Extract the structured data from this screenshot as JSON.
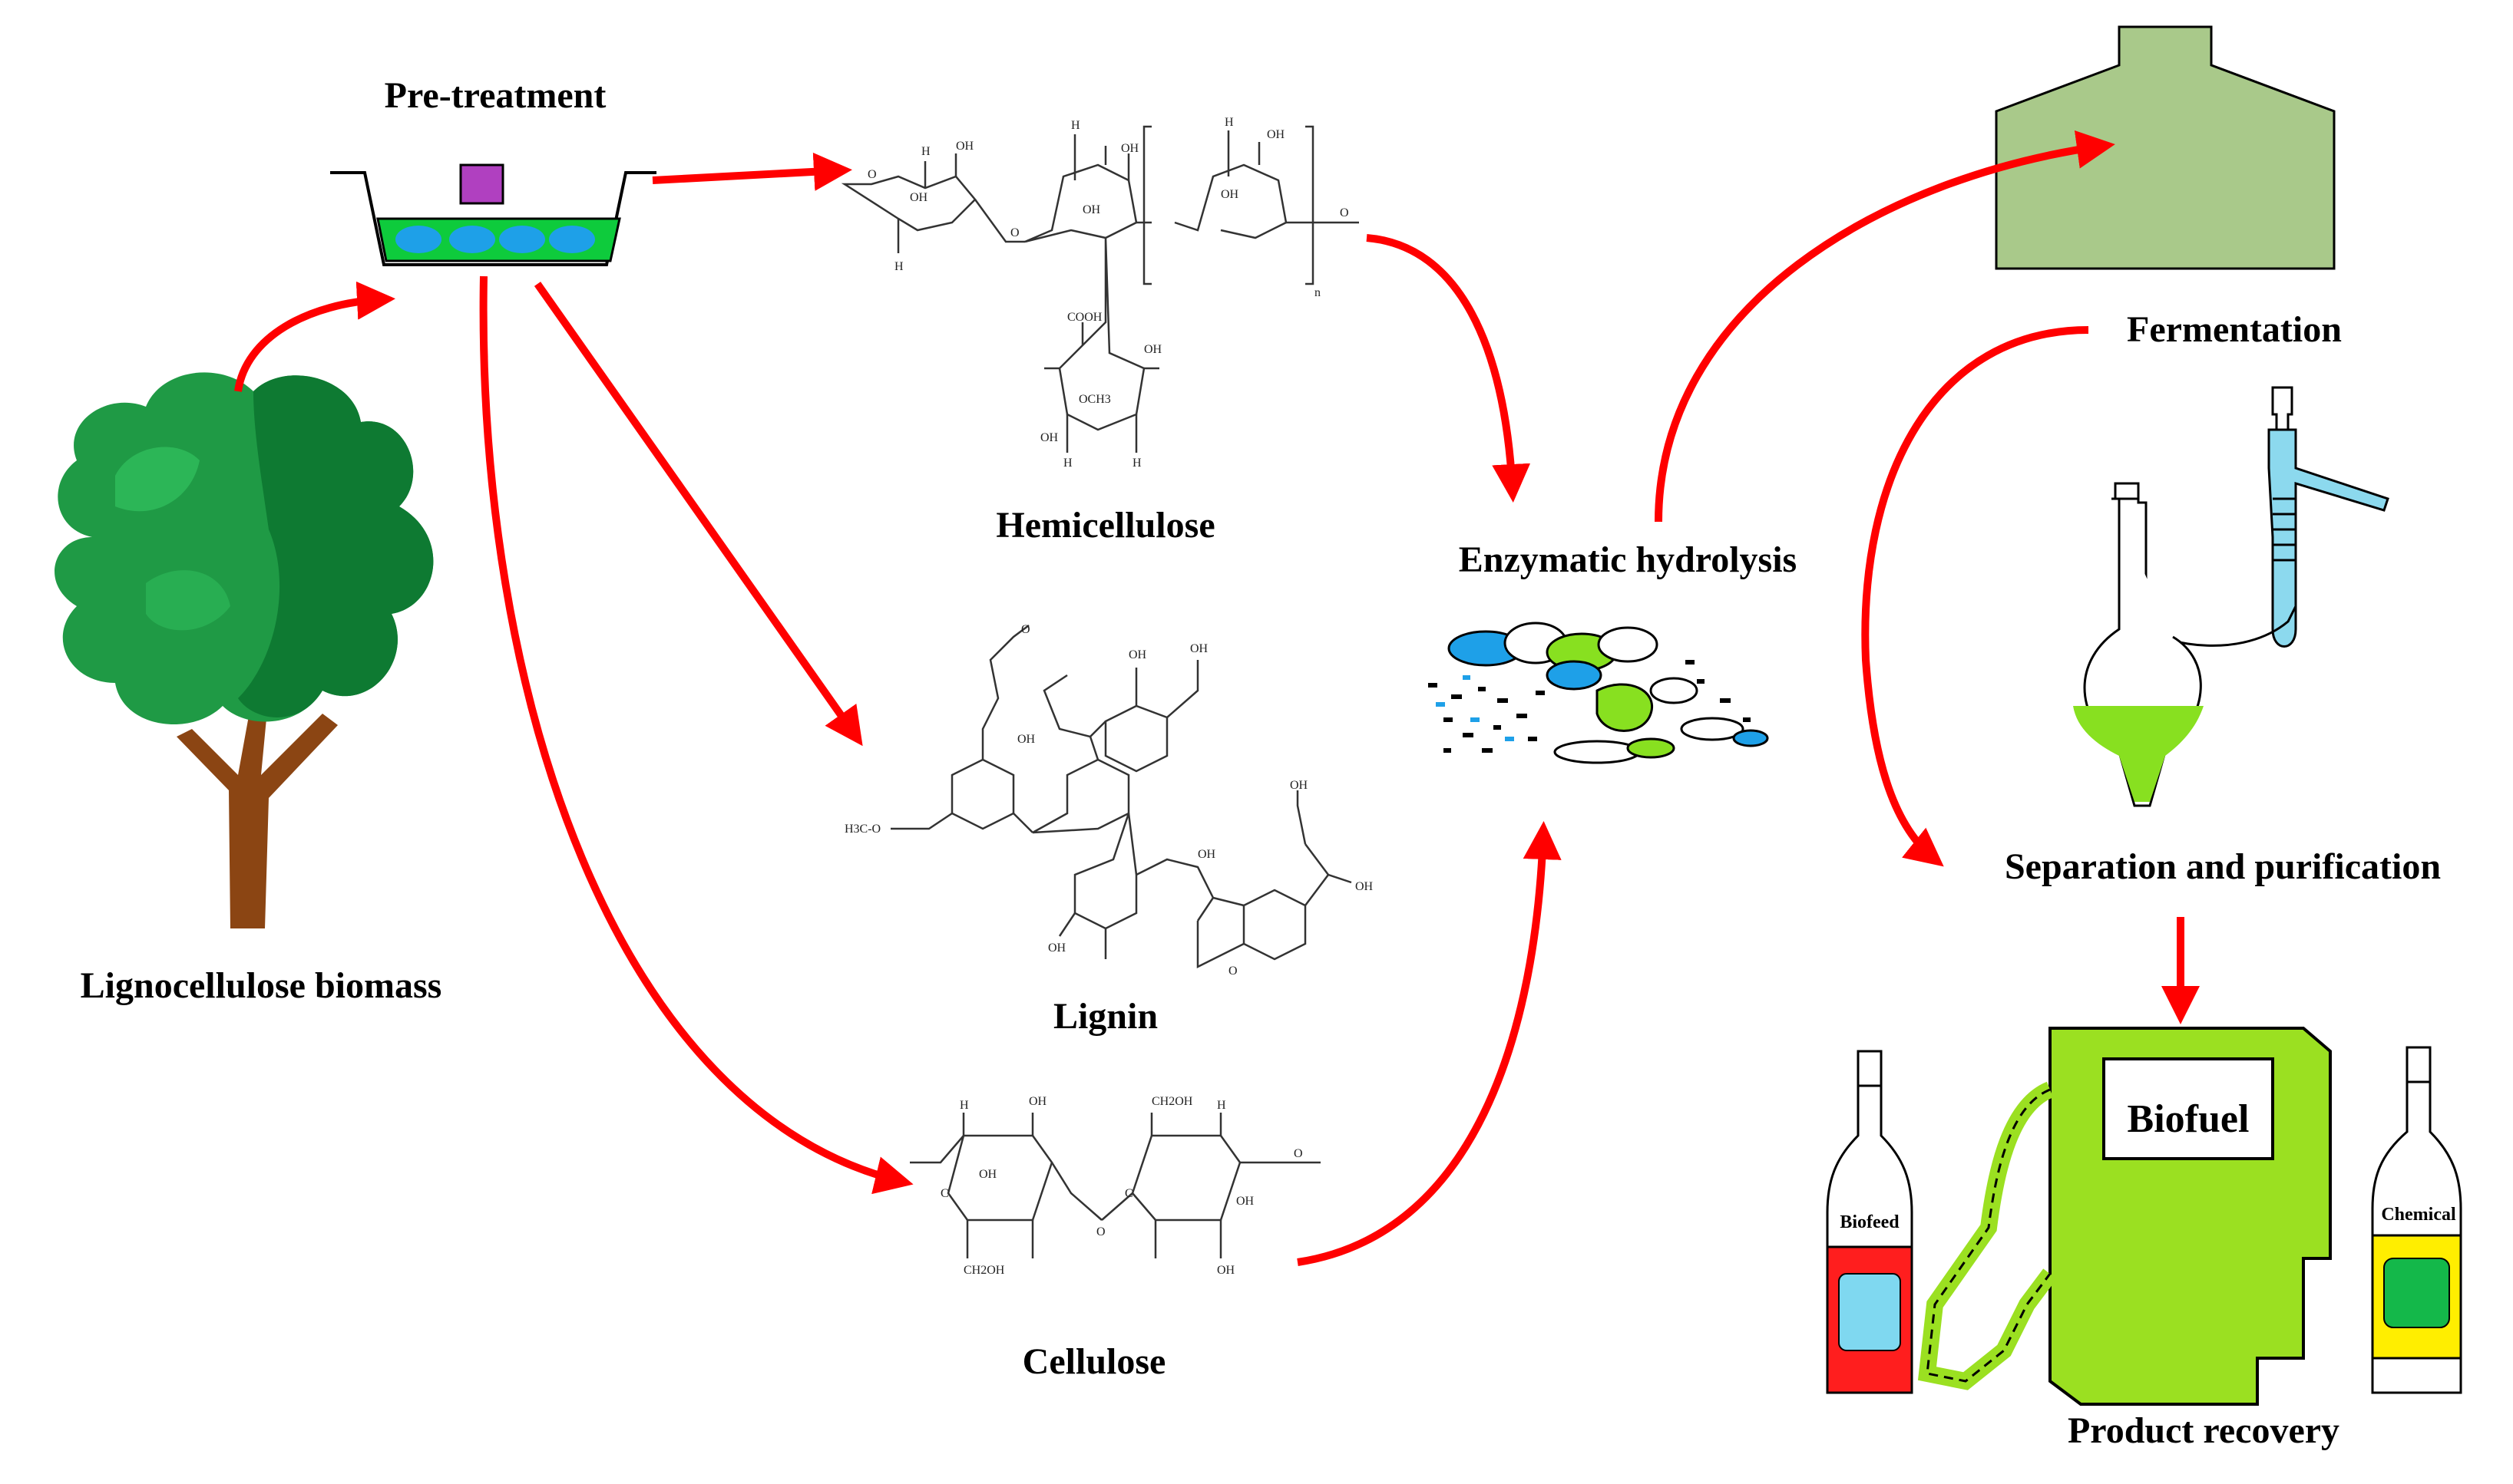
{
  "labels": {
    "pretreatment": "Pre-treatment",
    "biomass": "Lignocellulose biomass",
    "hemicellulose": "Hemicellulose",
    "lignin": "Lignin",
    "cellulose": "Cellulose",
    "enzymatic": "Enzymatic hydrolysis",
    "fermentation": "Fermentation",
    "separation": "Separation and purification",
    "product": "Product recovery",
    "biofuel": "Biofuel",
    "biofeed": "Biofeed",
    "chemical": "Chemical"
  },
  "chem": {
    "oh": "OH",
    "h": "H",
    "o": "O",
    "c": "C",
    "cooh": "COOH",
    "och3": "OCH3",
    "ch2oh": "CH2OH",
    "h3co": "H3C-O",
    "n": "n"
  },
  "colors": {
    "arrow": "#ff0000",
    "leaf_light": "#22a34a",
    "leaf_dark": "#0f7a2f",
    "trunk": "#8b4513",
    "tray_green": "#0ecb3c",
    "tray_blue": "#1ea0e8",
    "pretreat_box": "#b040c0",
    "fermenter": "#a9c98a",
    "pump_green": "#9be021",
    "biofeed_red": "#ff1e1e",
    "biofeed_cyan": "#7fd8f0",
    "chemical_yellow": "#ffee00",
    "chemical_green": "#14b84a",
    "flask_liquid": "#88e020",
    "glass_blue": "#8cd9ee"
  }
}
